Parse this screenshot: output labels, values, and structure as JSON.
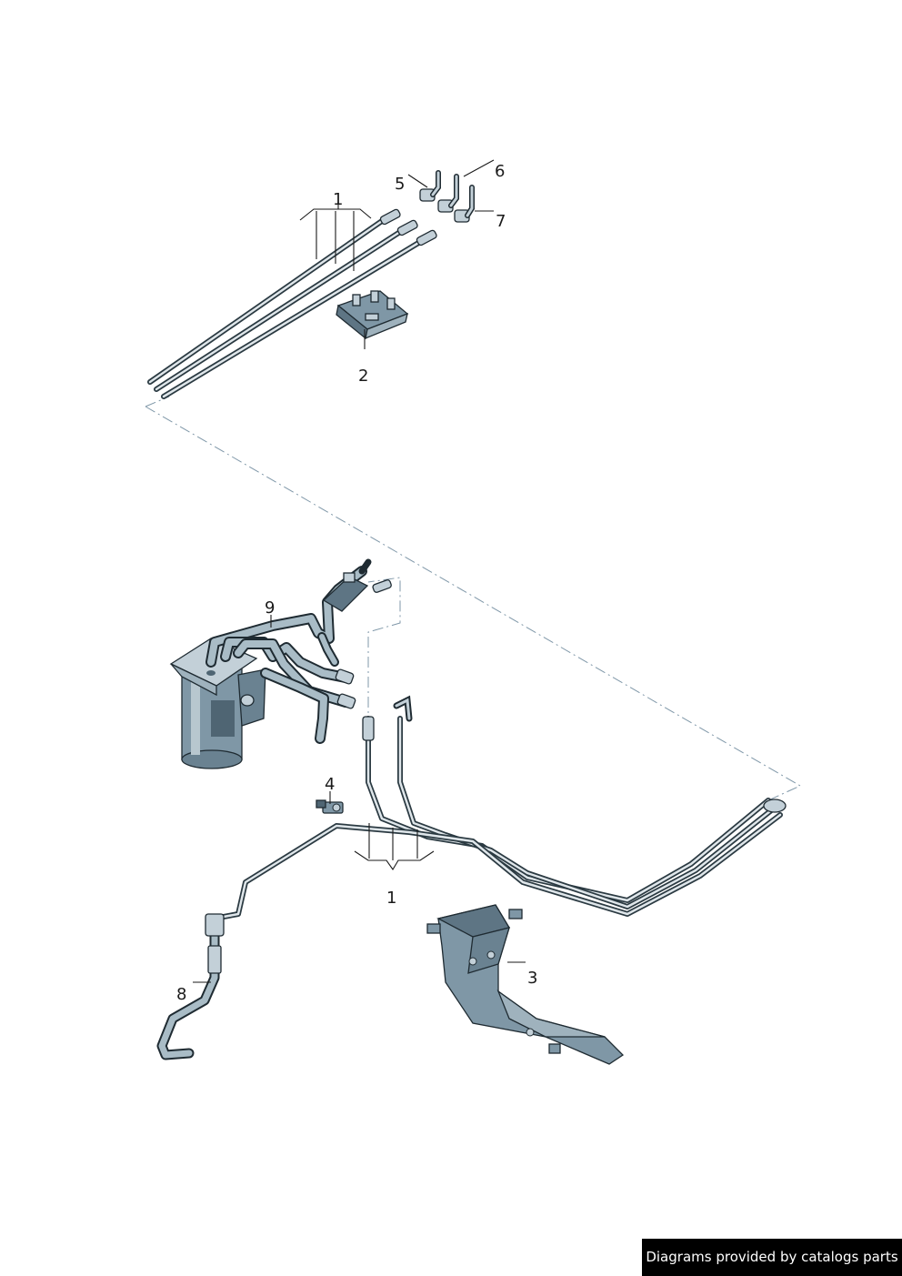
{
  "callouts": {
    "c1_top": "1",
    "c2": "2",
    "c3": "3",
    "c4": "4",
    "c5": "5",
    "c6": "6",
    "c7": "7",
    "c8": "8",
    "c9": "9",
    "c1_bottom": "1"
  },
  "footer": {
    "credit": "Diagrams provided by catalogs parts"
  },
  "colors": {
    "part_fill": "#7f97a6",
    "part_light": "#c3d0d8",
    "guide_line": "#7f97a8",
    "credit_bg": "#000000"
  }
}
